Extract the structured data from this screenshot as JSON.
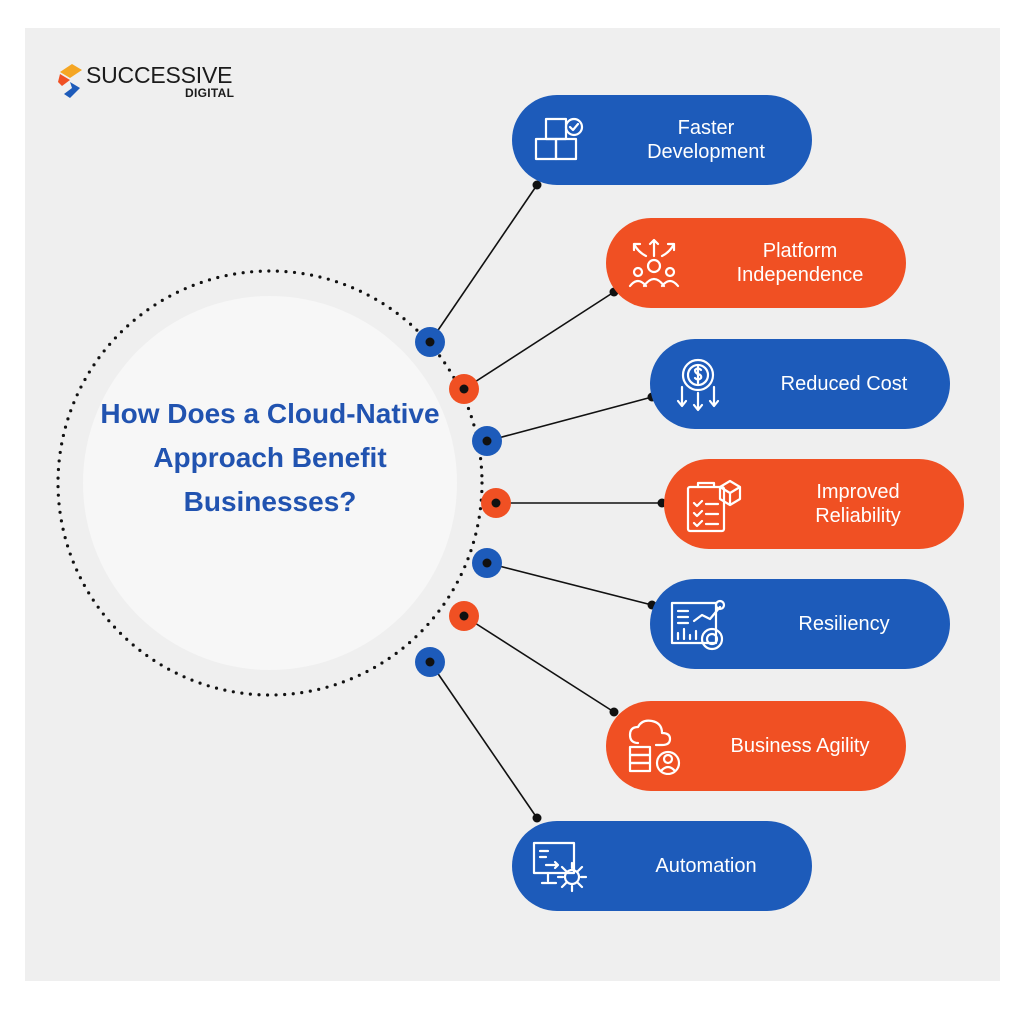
{
  "brand": {
    "name": "SUCCESSIVE",
    "sub": "DIGITAL",
    "colors": {
      "top": "#f5a623",
      "middle": "#f05023",
      "bottom": "#1d5bba"
    }
  },
  "center": {
    "title": "How Does a Cloud-Native Approach Benefit Businesses?"
  },
  "colors": {
    "blue": "#1d5bba",
    "orange": "#f05023",
    "title": "#2153b0",
    "background": "#efefef"
  },
  "benefits": [
    {
      "label": "Faster Development",
      "color": "blue",
      "icon": "boxes-check-icon"
    },
    {
      "label": "Platform Independence",
      "color": "orange",
      "icon": "team-arrows-icon"
    },
    {
      "label": "Reduced Cost",
      "color": "blue",
      "icon": "dollar-down-arrows-icon"
    },
    {
      "label": "Improved Reliability",
      "color": "orange",
      "icon": "clipboard-checklist-box-icon"
    },
    {
      "label": "Resiliency",
      "color": "blue",
      "icon": "dashboard-chart-icon"
    },
    {
      "label": "Business Agility",
      "color": "orange",
      "icon": "cloud-server-user-icon"
    },
    {
      "label": "Automation",
      "color": "blue",
      "icon": "monitor-gear-icon"
    }
  ]
}
